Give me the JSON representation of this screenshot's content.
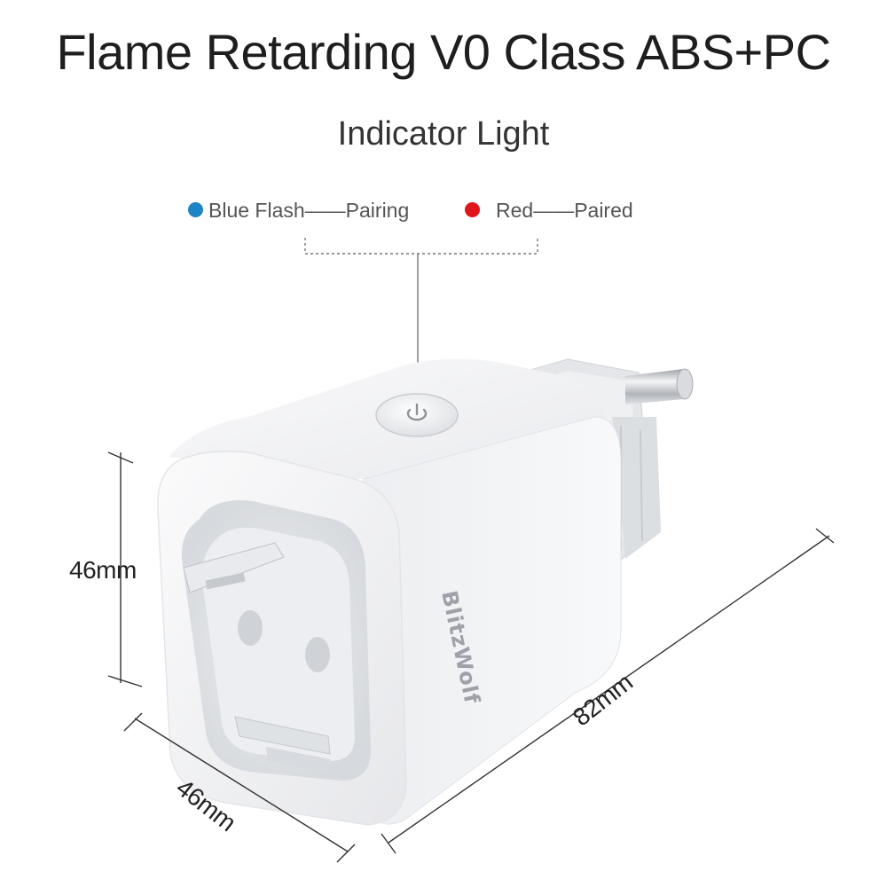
{
  "title": "Flame Retarding V0 Class ABS+PC",
  "indicator": {
    "heading": "Indicator Light",
    "states": [
      {
        "label": "Blue Flash——Pairing",
        "color": "#1d84c6"
      },
      {
        "label": "Red——Paired",
        "color": "#e0161c"
      }
    ]
  },
  "dimensions": {
    "height": "46mm",
    "width": "46mm",
    "length": "82mm"
  },
  "product": {
    "brand": "BlitzWolf",
    "body_color": "#f1f2f4",
    "pin_color": "#c9ccd1"
  }
}
